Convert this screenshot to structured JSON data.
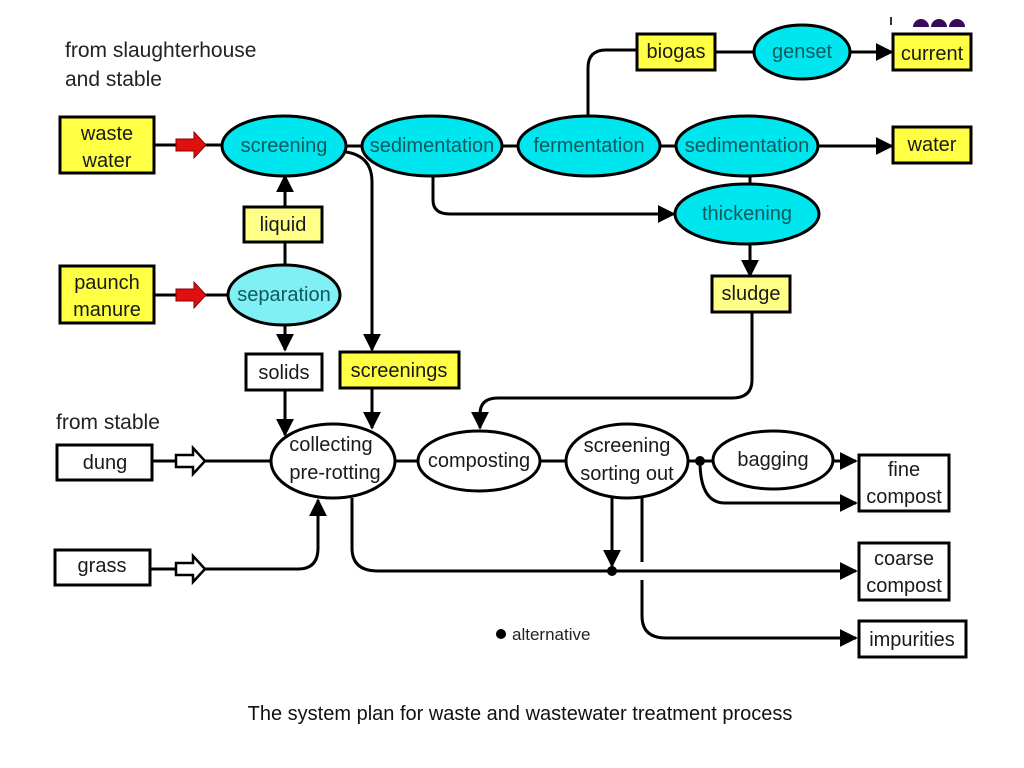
{
  "colors": {
    "yellow": "#ffff44",
    "pale_yellow": "#ffff88",
    "cyan": "#00e6ee",
    "light_cyan": "#80f0f4",
    "red_arrow": "#e01010",
    "line": "#000000",
    "dots": "#3a0a5a"
  },
  "headings": {
    "from_slaughterhouse_line1": "from slaughterhouse",
    "from_slaughterhouse_line2": "and stable",
    "from_stable": "from stable"
  },
  "nodes": {
    "waste_water": [
      "waste",
      "water"
    ],
    "paunch_manure": [
      "paunch",
      "manure"
    ],
    "screening": "screening",
    "sedimentation_1": "sedimentation",
    "fermentation": "fermentation",
    "sedimentation_2": "sedimentation",
    "biogas": "biogas",
    "genset": "genset",
    "current": "current",
    "water": "water",
    "thickening": "thickening",
    "sludge": "sludge",
    "liquid": "liquid",
    "separation": "separation",
    "solids": "solids",
    "screenings": "screenings",
    "dung": "dung",
    "grass": "grass",
    "collecting": [
      "collecting",
      "pre-rotting"
    ],
    "composting": "composting",
    "screening_sorting": [
      "screening",
      "sorting out"
    ],
    "bagging": "bagging",
    "fine_compost": [
      "fine",
      "compost"
    ],
    "coarse_compost": [
      "coarse",
      "compost"
    ],
    "impurities": "impurities"
  },
  "legend": {
    "alternative": "alternative"
  },
  "caption": "The system plan for waste and wastewater treatment process"
}
